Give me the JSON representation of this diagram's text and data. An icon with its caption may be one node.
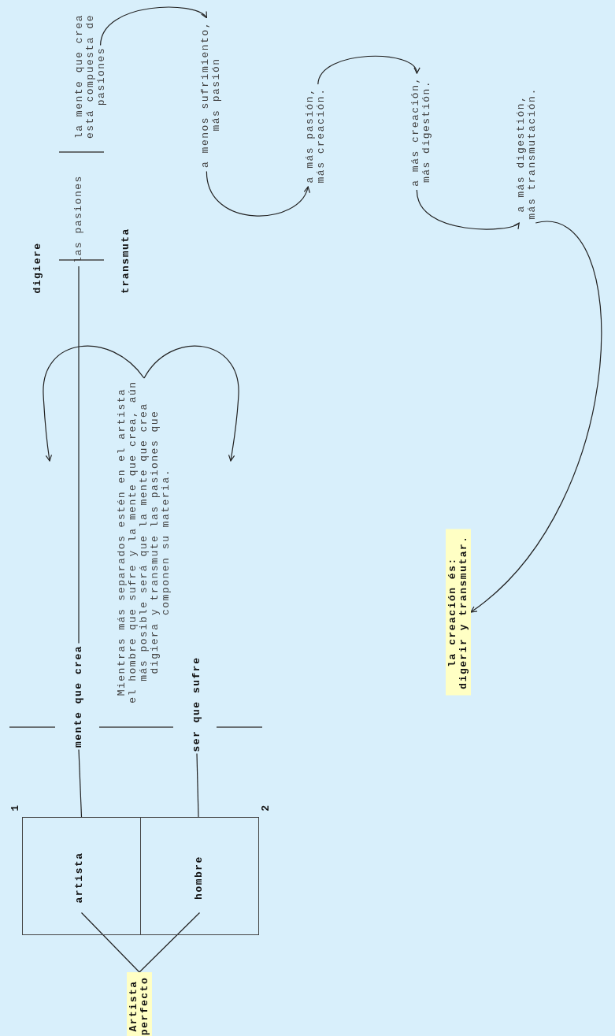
{
  "diagram": {
    "nodes": [
      {
        "text": [
          "artista"
        ]
      },
      {
        "text": [
          "hombre"
        ]
      },
      {
        "text": [
          "mente que crea"
        ]
      },
      {
        "text": [
          "ser que sufre"
        ]
      },
      {
        "text": [
          "Artista perfecto"
        ]
      },
      {
        "text": [
          "Mientras más separados estén en el artista el hombre que sufre y la mente que crea, aún más posible será que la mente que crea digiera y transmute las pasiones que componen su materia."
        ]
      },
      {
        "text": [
          "las pasiones"
        ]
      },
      {
        "text": [
          "la mente que crea está compuesta de pasiones"
        ]
      },
      {
        "text": [
          "a menos sufrimiento, más pasión"
        ]
      },
      {
        "text": [
          "a más pasión, más creación."
        ]
      },
      {
        "text": [
          "a más creación, más digestión."
        ]
      },
      {
        "text": [
          "a más digestión, más transmutación."
        ]
      },
      {
        "text": [
          "la creación és: digerir y transmutar."
        ]
      }
    ],
    "edges": [
      {
        "from": 0,
        "to": 2,
        "arrow": "none"
      },
      {
        "from": 1,
        "to": 3,
        "arrow": "none"
      },
      {
        "from": 0,
        "to": 4,
        "arrow": "none"
      },
      {
        "from": 1,
        "to": 4,
        "arrow": "none"
      },
      {
        "from": 5,
        "to": null,
        "arrow": "to"
      },
      {
        "from": 5,
        "to": null,
        "arrow": "to"
      },
      {
        "from": 2,
        "to": 6,
        "arrow": "none"
      },
      {
        "from": 7,
        "to": 8,
        "arrow": "to"
      },
      {
        "from": 8,
        "to": 9,
        "arrow": "to"
      },
      {
        "from": 9,
        "to": 10,
        "arrow": "to"
      },
      {
        "from": 10,
        "to": 11,
        "arrow": "to"
      },
      {
        "from": 11,
        "to": 12,
        "arrow": "to"
      }
    ],
    "labels": [
      "1",
      "2",
      "digiere",
      "transmuta"
    ]
  }
}
